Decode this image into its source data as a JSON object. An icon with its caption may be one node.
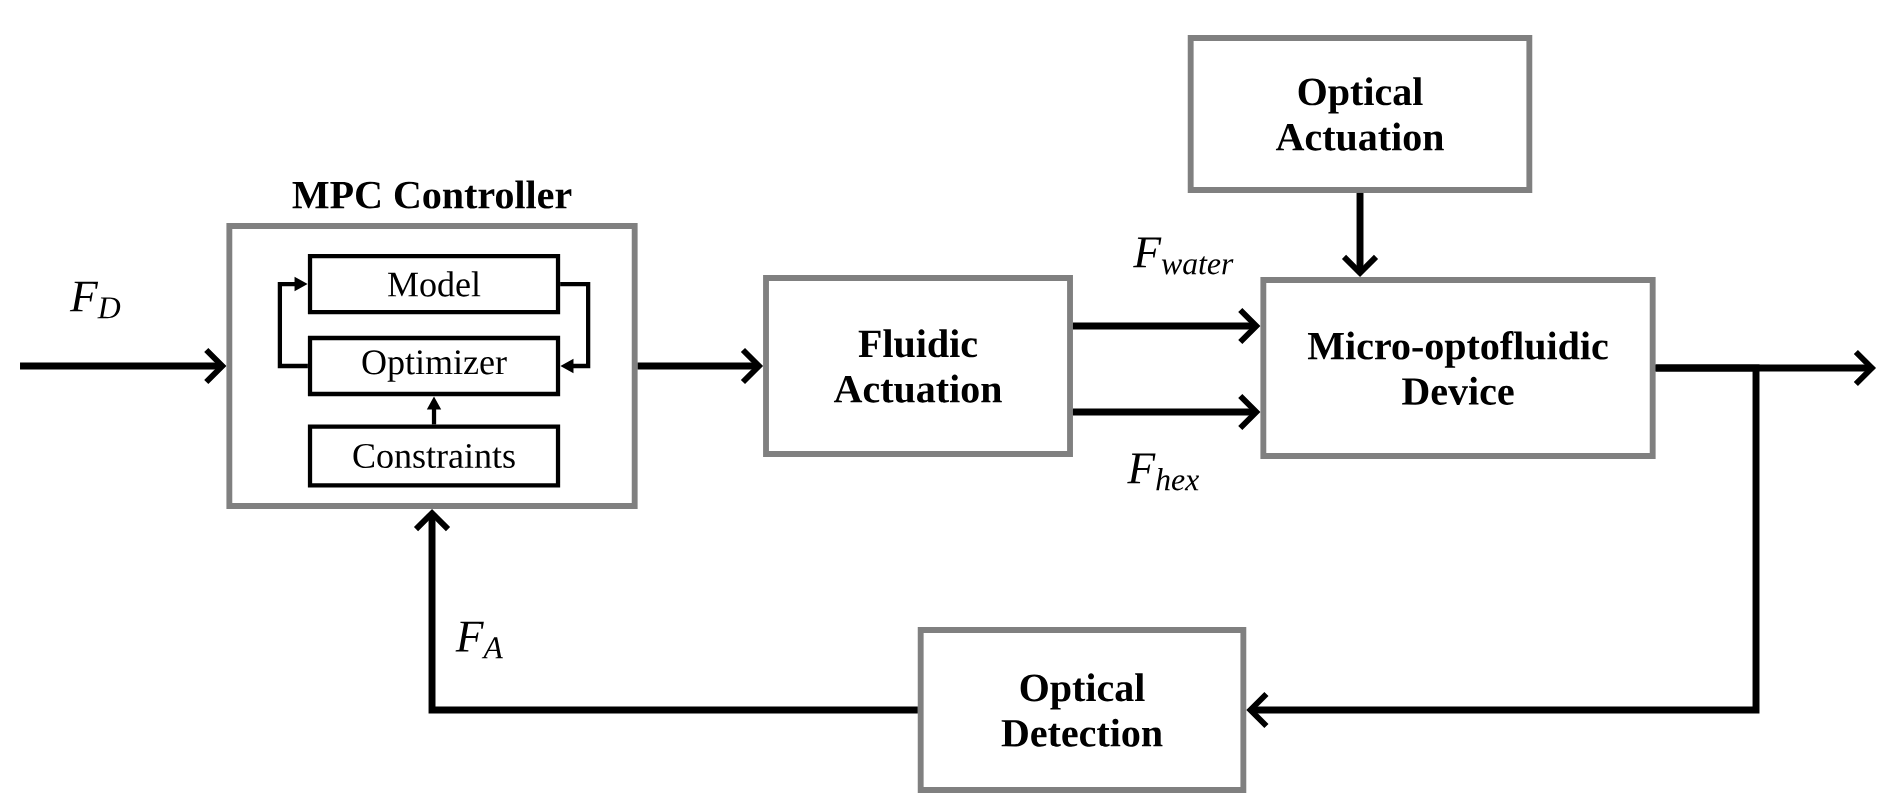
{
  "diagram": {
    "nodes": [
      {
        "text": [
          "MPC Controller"
        ]
      },
      {
        "text": [
          "Model"
        ],
        "in": 0
      },
      {
        "text": [
          "Optimizer"
        ],
        "in": 0
      },
      {
        "text": [
          "Constraints"
        ],
        "in": 0
      },
      {
        "text": [
          "Fluidic Actuation"
        ]
      },
      {
        "text": [
          "Optical Actuation"
        ]
      },
      {
        "text": [
          "Micro-optofluidic Device"
        ]
      },
      {
        "text": [
          "Optical Detection"
        ]
      }
    ],
    "edges": [
      {
        "from": null,
        "to": 0,
        "arrow": "to",
        "label": "F$_{D}$"
      },
      {
        "from": 1,
        "to": 2,
        "arrow": "to"
      },
      {
        "from": 2,
        "to": 1,
        "arrow": "to"
      },
      {
        "from": 3,
        "to": 2,
        "arrow": "to"
      },
      {
        "from": 0,
        "to": 4,
        "arrow": "to"
      },
      {
        "from": 4,
        "to": 6,
        "arrow": "to",
        "label": "F$_{water}$"
      },
      {
        "from": 4,
        "to": 6,
        "arrow": "to",
        "label": "F$_{hex}$"
      },
      {
        "from": 5,
        "to": 6,
        "arrow": "to"
      },
      {
        "from": 6,
        "to": null,
        "arrow": "to"
      },
      {
        "from": 6,
        "to": 7,
        "arrow": "to"
      },
      {
        "from": 7,
        "to": 0,
        "arrow": "to",
        "label": "F$_{A}$"
      }
    ]
  }
}
